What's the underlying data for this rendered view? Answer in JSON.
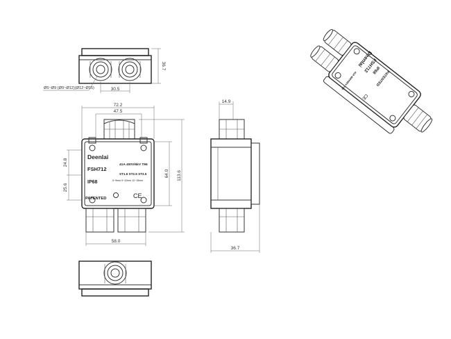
{
  "top_view": {
    "dim_height": "36.7",
    "dim_width": "30.5",
    "dim_cable": "Ø5~Ø9 (Ø9~Ø12)(Ø12~Ø15)"
  },
  "front_view": {
    "dim_total_width": "72.2",
    "dim_gland_spacing": "47.5",
    "dim_upper": "24.8",
    "dim_lower": "25.6",
    "dim_body_height": "64.0",
    "dim_total_height": "113.6",
    "dim_bottom_width": "58.0",
    "brand": "Deenlai",
    "model": "FSH712",
    "rating": "41A 400V/6kV T96",
    "ip": "IP68",
    "cable_ranges": "5~9mm  9~12mm  12~15mm",
    "gland_ranges": "ST1.5  ST2.5  ST3.5",
    "patented": "PATENTED",
    "ce": "CE"
  },
  "side_view": {
    "dim_top": "14.9",
    "dim_bottom": "36.7"
  },
  "iso_view": {
    "brand": "Deenlai",
    "model": "FSH712",
    "ip": "IP68",
    "patented": "PATENTED",
    "rating": "41A 400V/6kV T96",
    "ce": "CE"
  }
}
